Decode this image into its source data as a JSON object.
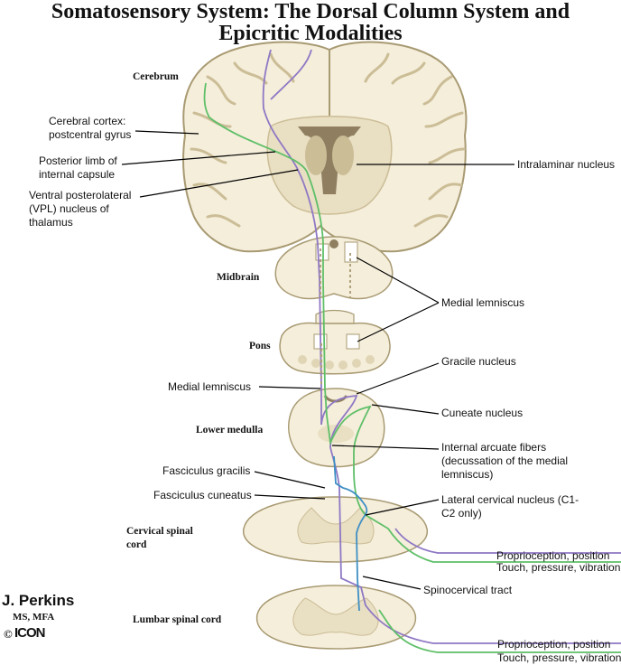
{
  "title": {
    "line1": "Somatosensory System: The Dorsal Column System and",
    "line2": "Epicritic Modalities"
  },
  "levels": {
    "cerebrum": "Cerebrum",
    "midbrain": "Midbrain",
    "pons": "Pons",
    "lower_medulla": "Lower medulla",
    "cervical_line1": "Cervical spinal",
    "cervical_line2": "cord",
    "lumbar": "Lumbar spinal cord"
  },
  "labels": {
    "cerebral_cortex_1": "Cerebral cortex:",
    "cerebral_cortex_2": "postcentral gyrus",
    "posterior_limb_1": "Posterior limb of",
    "posterior_limb_2": "internal capsule",
    "vpl_1": "Ventral posterolateral",
    "vpl_2": "(VPL) nucleus of",
    "vpl_3": "thalamus",
    "intralaminar": "Intralaminar nucleus",
    "medial_lemniscus_right": "Medial lemniscus",
    "gracile_nucleus": "Gracile nucleus",
    "medial_lemniscus_left": "Medial lemniscus",
    "cuneate_nucleus": "Cuneate nucleus",
    "internal_arcuate_1": "Internal arcuate fibers",
    "internal_arcuate_2": "(decussation of the medial",
    "internal_arcuate_3": "lemniscus)",
    "fasciculus_gracilis": "Fasciculus gracilis",
    "fasciculus_cuneatus": "Fasciculus cuneatus",
    "lateral_cervical_1": "Lateral cervical nucleus (C1-",
    "lateral_cervical_2": "C2 only)",
    "proprio_cervical": "Proprioception, position",
    "touch_cervical": "Touch, pressure, vibration",
    "spinocervical": "Spinocervical tract",
    "proprio_lumbar": "Proprioception, position",
    "touch_lumbar": "Touch, pressure, vibration"
  },
  "signature": {
    "name": "J. Perkins",
    "credentials": "MS, MFA",
    "copyright": "©",
    "logo_text": "ICON"
  },
  "colors": {
    "tissue_fill": "#f5eedb",
    "tissue_stroke": "#a89a72",
    "gray_matter": "#cbbd96",
    "ventricle": "#8f7f60",
    "pathway_green": "#5fbf68",
    "pathway_purple": "#8f78c4",
    "pathway_blue": "#3e8fc4",
    "leader_line": "#000000"
  }
}
